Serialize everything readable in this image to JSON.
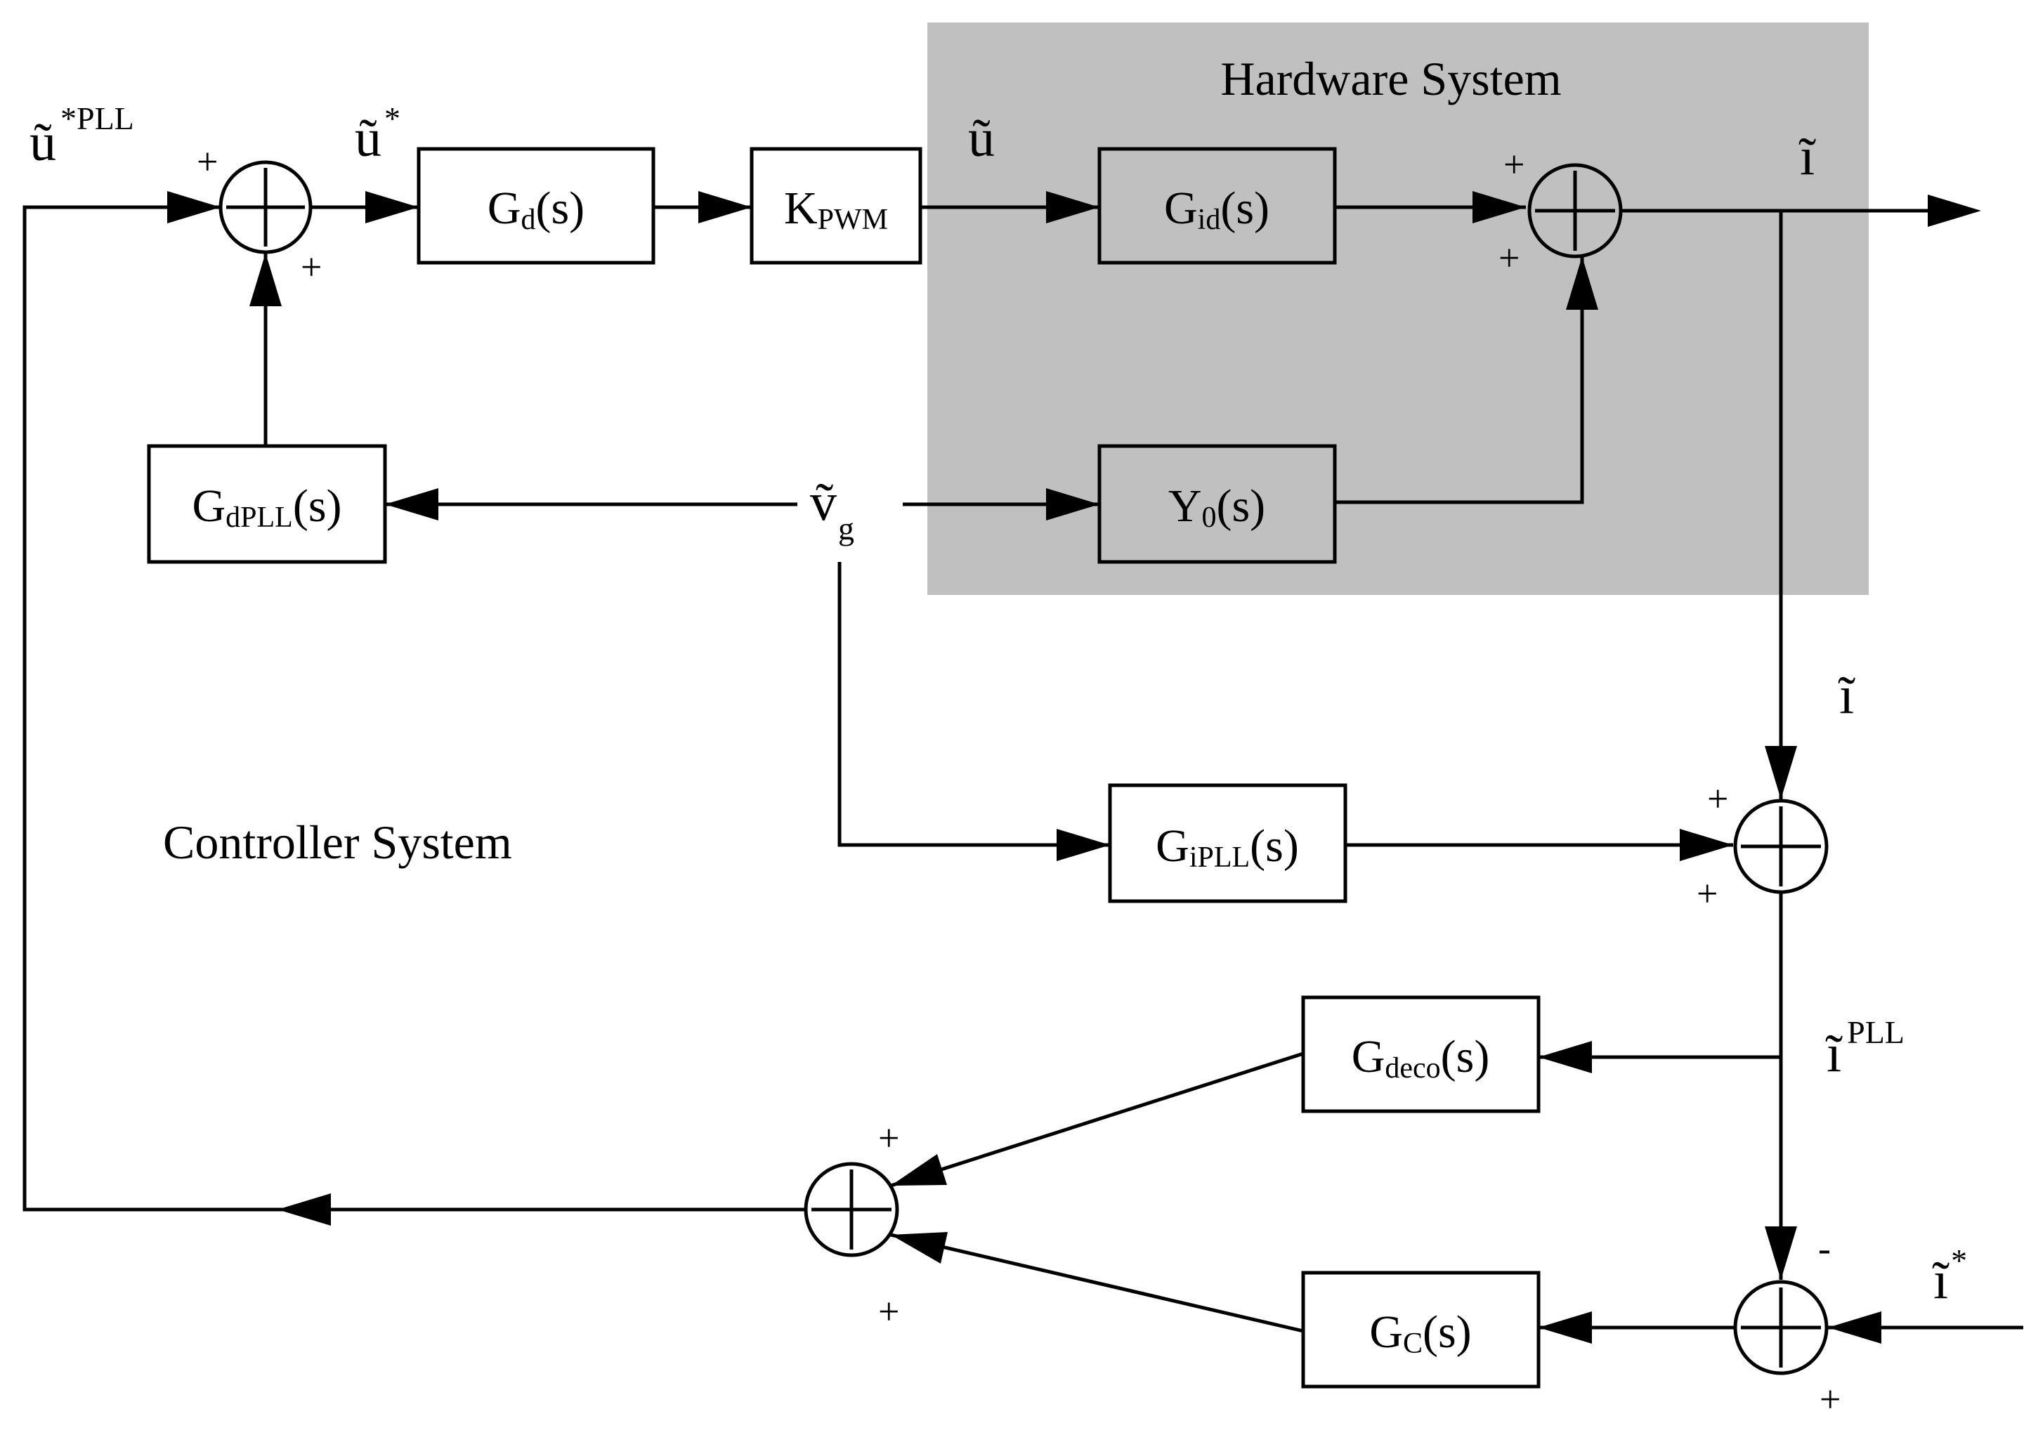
{
  "regions": {
    "hardware": "Hardware System",
    "controller": "Controller System"
  },
  "blocks": {
    "gd": {
      "main": "G",
      "sub": "d",
      "tail": "(s)"
    },
    "kpwm": {
      "main": "K",
      "sub": "PWM",
      "tail": ""
    },
    "gid": {
      "main": "G",
      "sub": "id",
      "tail": "(s)"
    },
    "y0": {
      "main": "Y",
      "sub": "0",
      "tail": "(s)"
    },
    "gdpll": {
      "main": "G",
      "sub": "dPLL",
      "tail": "(s)"
    },
    "gipll": {
      "main": "G",
      "sub": "iPLL",
      "tail": "(s)"
    },
    "gdeco": {
      "main": "G",
      "sub": "deco",
      "tail": "(s)"
    },
    "gc": {
      "main": "G",
      "sub": "C",
      "tail": "(s)"
    }
  },
  "signals": {
    "u_star_pll": {
      "base": "ũ",
      "sup": "*PLL"
    },
    "u_star": {
      "base": "ũ",
      "sup": "*"
    },
    "u": {
      "base": "ũ"
    },
    "i_out": {
      "base": "ĩ"
    },
    "i_fb": {
      "base": "ĩ"
    },
    "vg": {
      "base": "ṽ",
      "sub": "g"
    },
    "i_pll": {
      "base": "ĩ",
      "sup": "PLL"
    },
    "i_ref": {
      "base": "ĩ",
      "sup": "*"
    }
  },
  "signs": {
    "s1_top": "+",
    "s1_bottom": "+",
    "s2_top": "+",
    "s2_bottom": "+",
    "s3_top": "+",
    "s3_bottom": "+",
    "s4_top": "-",
    "s4_bottom": "+",
    "s5_top": "+",
    "s5_bottom": "+"
  }
}
